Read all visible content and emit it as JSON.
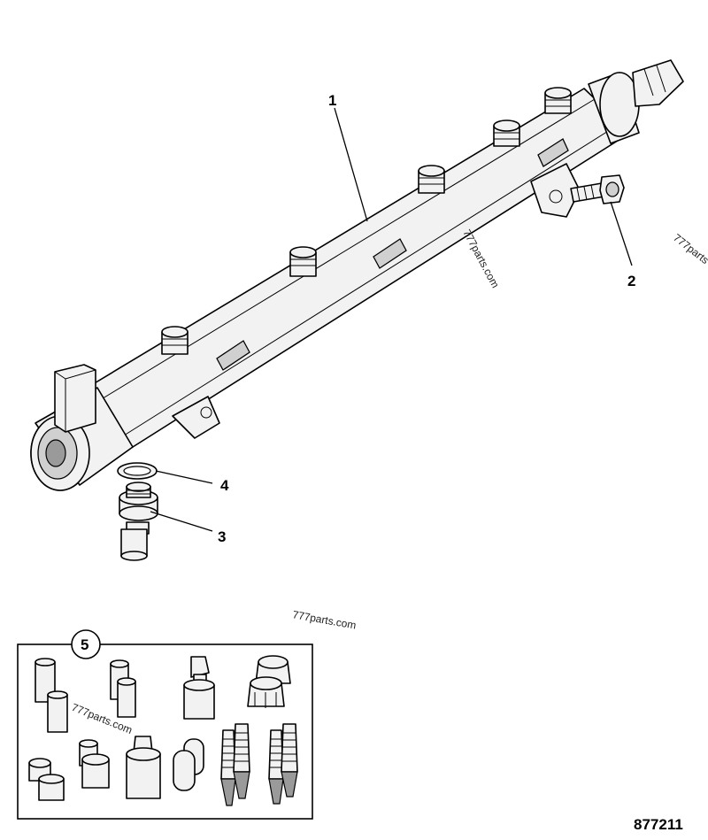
{
  "callouts": {
    "c1": "1",
    "c2": "2",
    "c3": "3",
    "c4": "4",
    "c5": "5"
  },
  "watermarks": {
    "w1": "777parts.com",
    "w2": "777parts",
    "w3": "777parts.com",
    "w4": "777parts.com"
  },
  "diagram_number": "877211",
  "colors": {
    "line": "#000000",
    "fill": "#f2f2f2",
    "shade": "#d0d0d0"
  }
}
